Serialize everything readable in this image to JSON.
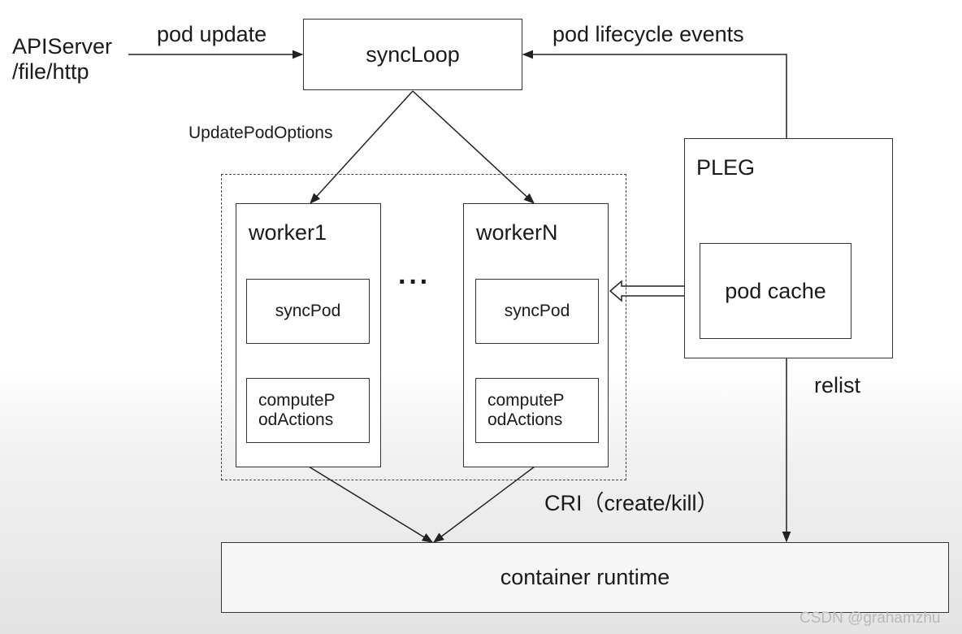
{
  "source_label": {
    "line1": "APIServer",
    "line2": "/file/http"
  },
  "edges": {
    "pod_update": "pod update",
    "pod_lifecycle_events": "pod lifecycle events",
    "update_pod_options": "UpdatePodOptions",
    "relist": "relist",
    "cri": "CRI（create/kill）"
  },
  "sync_loop": {
    "label": "syncLoop"
  },
  "pleg": {
    "label": "PLEG",
    "pod_cache": "pod cache"
  },
  "workers": [
    {
      "name": "worker1",
      "sync_pod": "syncPod",
      "compute_line1": "computeP",
      "compute_line2": "odActions"
    },
    {
      "name": "workerN",
      "sync_pod": "syncPod",
      "compute_line1": "computeP",
      "compute_line2": "odActions"
    }
  ],
  "ellipsis": "···",
  "container_runtime": {
    "label": "container runtime"
  },
  "watermark": "CSDN @grahamzhu"
}
